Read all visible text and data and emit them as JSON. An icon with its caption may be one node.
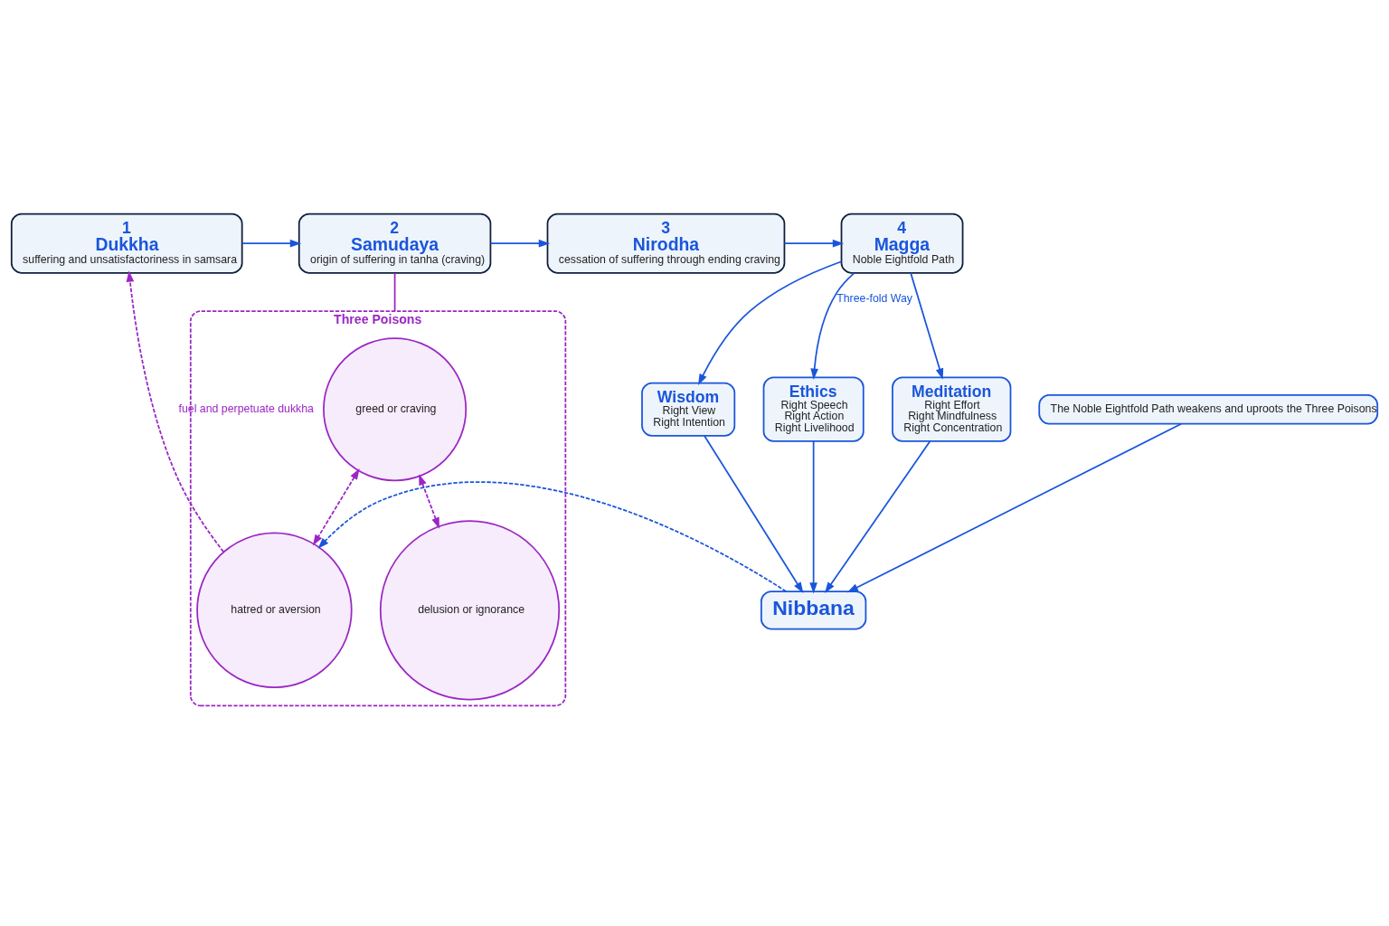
{
  "diagram": {
    "nodes": [
      {
        "text": [
          "1",
          "Dukkha",
          "suffering and unsatisfactoriness in samsara"
        ]
      },
      {
        "text": [
          "2",
          "Samudaya",
          "origin of suffering in tanha (craving)"
        ]
      },
      {
        "text": [
          "3",
          "Nirodha",
          "cessation of suffering through ending craving"
        ]
      },
      {
        "text": [
          "4",
          "Magga",
          "Noble Eightfold Path"
        ]
      },
      {
        "text": [
          "Three Poisons"
        ]
      },
      {
        "text": [
          "greed or craving"
        ],
        "in": 4
      },
      {
        "text": [
          "hatred or aversion"
        ],
        "in": 4
      },
      {
        "text": [
          "delusion or ignorance"
        ],
        "in": 4
      },
      {
        "text": [
          "Wisdom",
          "Right View",
          "Right Intention"
        ]
      },
      {
        "text": [
          "Ethics",
          "Right Speech",
          "Right Action",
          "Right Livelihood"
        ]
      },
      {
        "text": [
          "Meditation",
          "Right Effort",
          "Right Mindfulness",
          "Right Concentration"
        ]
      },
      {
        "text": [
          "The Noble Eightfold Path weakens and uproots the Three Poisons"
        ]
      },
      {
        "text": [
          "Nibbana"
        ]
      }
    ],
    "edges": [
      {
        "from": 0,
        "to": 1,
        "arrow": "to"
      },
      {
        "from": 1,
        "to": 2,
        "arrow": "to"
      },
      {
        "from": 2,
        "to": 3,
        "arrow": "to"
      },
      {
        "from": 1,
        "to": 4,
        "arrow": "none",
        "color": "#9b27c4"
      },
      {
        "from": 5,
        "to": 6,
        "arrow": "both",
        "style": "dashed",
        "color": "#9b27c4"
      },
      {
        "from": 5,
        "to": 7,
        "arrow": "both",
        "style": "dashed",
        "color": "#9b27c4"
      },
      {
        "from": 6,
        "to": 0,
        "arrow": "to",
        "style": "dashed",
        "color": "#9b27c4",
        "label": "fuel and perpetuate dukkha"
      },
      {
        "from": 3,
        "to": 8,
        "arrow": "to"
      },
      {
        "from": 3,
        "to": 9,
        "arrow": "to",
        "label": "Three-fold Way"
      },
      {
        "from": 3,
        "to": 10,
        "arrow": "to"
      },
      {
        "from": 8,
        "to": 12,
        "arrow": "to"
      },
      {
        "from": 9,
        "to": 12,
        "arrow": "to"
      },
      {
        "from": 10,
        "to": 12,
        "arrow": "to"
      },
      {
        "from": 11,
        "to": 12,
        "arrow": "to"
      },
      {
        "from": 12,
        "to": 6,
        "arrow": "to",
        "style": "dashed"
      }
    ]
  }
}
